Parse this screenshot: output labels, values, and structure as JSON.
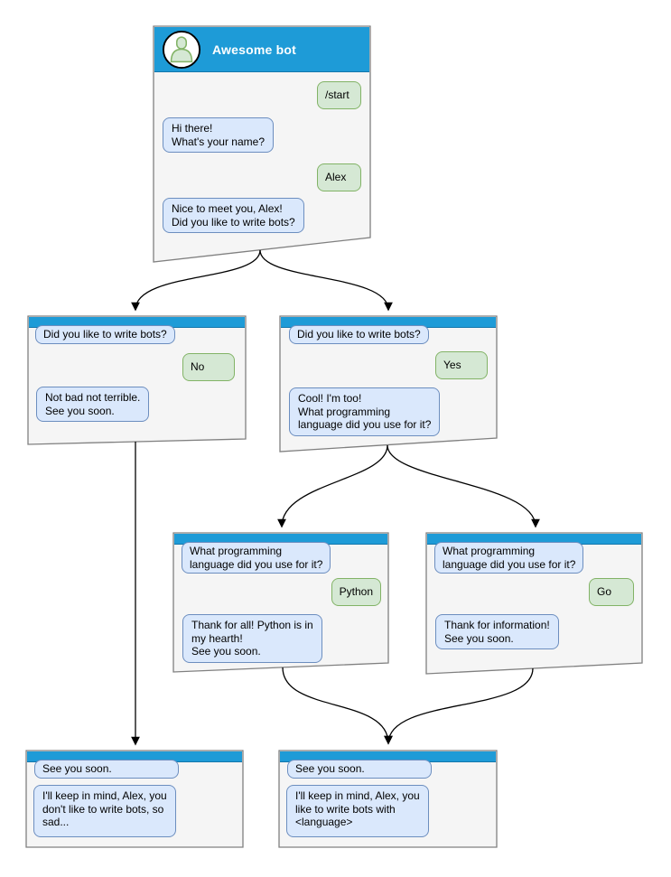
{
  "colors": {
    "header_blue": "#1e9bd7",
    "window_fill": "#f5f5f5",
    "window_border": "#808080",
    "bot_bubble_fill": "#dae8fc",
    "bot_bubble_border": "#6c8ebf",
    "user_bubble_fill": "#d5e8d4",
    "user_bubble_border": "#82b366",
    "arrow": "#000000"
  },
  "main_window": {
    "title": "Awesome bot",
    "avatar_icon": "person-icon",
    "messages": {
      "start": "/start",
      "greeting": "Hi there!\nWhat's your name?",
      "name": "Alex",
      "meet": "Nice to meet you, Alex!\nDid you like to write bots?"
    }
  },
  "no_branch": {
    "messages": {
      "question": "Did you like to write bots?",
      "answer": "No",
      "reply": "Not bad not terrible.\nSee you soon."
    }
  },
  "yes_branch": {
    "messages": {
      "question": "Did you like to write bots?",
      "answer": "Yes",
      "reply": "Cool! I'm too!\nWhat programming\nlanguage did you use for it?"
    }
  },
  "python_branch": {
    "messages": {
      "question": "What programming\nlanguage did you use for it?",
      "answer": "Python",
      "reply": "Thank for all! Python is in\nmy hearth!\nSee you soon."
    }
  },
  "go_branch": {
    "messages": {
      "question": "What programming\nlanguage did you use for it?",
      "answer": "Go",
      "reply": "Thank for information!\nSee you soon."
    }
  },
  "end_no": {
    "messages": {
      "farewell": "See you soon.",
      "summary": "I'll keep in mind, Alex, you\ndon't like to write bots, so\nsad..."
    }
  },
  "end_yes": {
    "messages": {
      "farewell": "See you soon.",
      "summary": "I'll keep in mind, Alex, you\nlike to write bots with\n<language>"
    }
  }
}
